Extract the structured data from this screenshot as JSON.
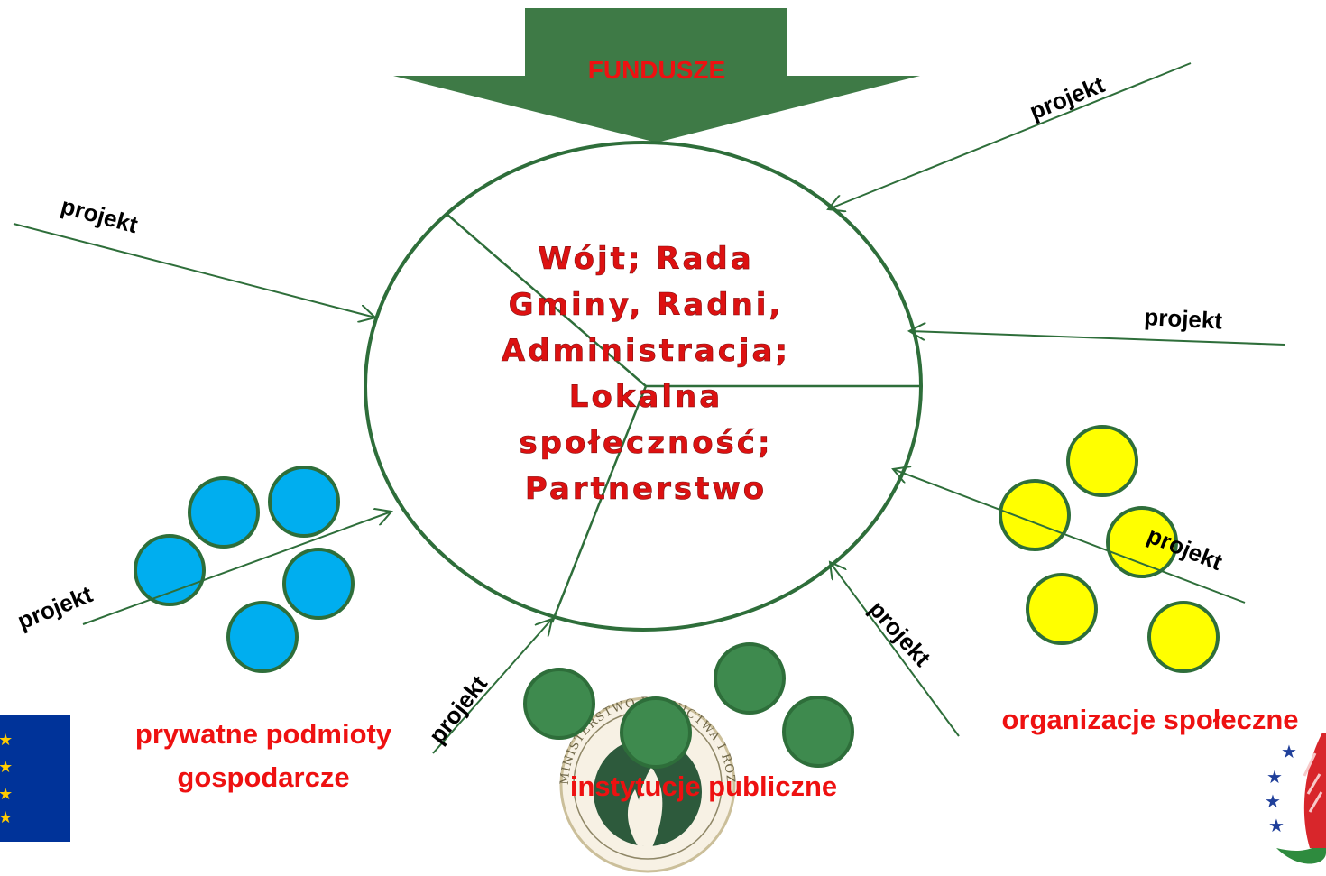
{
  "funds": {
    "label": "FUNDUSZE",
    "color": "#3e7a46"
  },
  "center": {
    "lines": [
      "Wójt; Rada",
      "Gminy, Radni,",
      "Administracja;",
      "Lokalna",
      "społeczność;",
      "Partnerstwo"
    ],
    "border_color": "#2e6e3a",
    "text_color": "#dd1111"
  },
  "project_label": "projekt",
  "groups": {
    "private": {
      "label_lines": [
        "prywatne podmioty",
        "gospodarcze"
      ],
      "color": "#00aeef"
    },
    "public": {
      "label": "instytucje publiczne",
      "color": "#3e8a4e"
    },
    "social": {
      "label": "organizacje społeczne",
      "color": "#ffff00"
    }
  },
  "logos": {
    "eu_flag": "eu-flag-icon",
    "ministry_seal": {
      "icon": "ministry-seal-icon",
      "text": "MINISTERSTWO ROLNICTWA I ROZWOJU WSI"
    },
    "leader_logo": "leader-logo-icon"
  },
  "colors": {
    "arrow": "#2e6e3a",
    "label_red": "#ee1111"
  }
}
